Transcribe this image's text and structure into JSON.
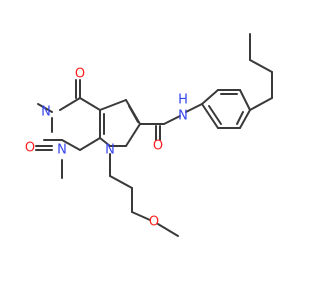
{
  "structure": {
    "atoms": {
      "o_top": {
        "symbol": "O",
        "color": "#ff2020"
      },
      "o_left": {
        "symbol": "O",
        "color": "#ff2020"
      },
      "o_amide": {
        "symbol": "O",
        "color": "#ff2020"
      },
      "o_ether": {
        "symbol": "O",
        "color": "#ff2020"
      },
      "n_top": {
        "symbol": "N",
        "color": "#3344ee"
      },
      "n_left": {
        "symbol": "N",
        "color": "#3344ee"
      },
      "n_ring": {
        "symbol": "N",
        "color": "#3344ee"
      },
      "n_amide": {
        "symbol": "N",
        "color": "#3344ee"
      },
      "h_amide": {
        "symbol": "H",
        "color": "#3344ee"
      }
    }
  }
}
